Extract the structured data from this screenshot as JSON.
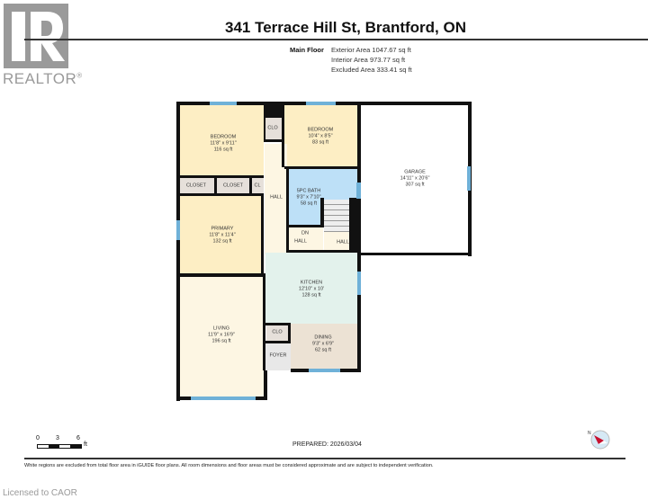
{
  "branding": {
    "logo_text": "REALTOR",
    "logo_mark": "®"
  },
  "header": {
    "title": "341 Terrace Hill St, Brantford, ON",
    "floor_label": "Main Floor",
    "areas": [
      "Exterior Area 1047.67 sq ft",
      "Interior Area 973.77 sq ft",
      "Excluded Area 333.41 sq ft"
    ]
  },
  "rooms": {
    "bedroom1": {
      "name": "BEDROOM",
      "dims": "11'8\" x 9'11\"",
      "area": "116 sq ft"
    },
    "bedroom2": {
      "name": "BEDROOM",
      "dims": "10'4\" x 8'5\"",
      "area": "83 sq ft"
    },
    "garage": {
      "name": "GARAGE",
      "dims": "14'11\" x 20'6\"",
      "area": "307 sq ft"
    },
    "bath": {
      "name": "5PC BATH",
      "dims": "9'3\" x 7'10\"",
      "area": "58 sq ft"
    },
    "primary": {
      "name": "PRIMARY",
      "dims": "11'8\" x 11'4\"",
      "area": "132 sq ft"
    },
    "kitchen": {
      "name": "KITCHEN",
      "dims": "12'10\" x 10'",
      "area": "128 sq ft"
    },
    "living": {
      "name": "LIVING",
      "dims": "11'9\" x 16'9\"",
      "area": "196 sq ft"
    },
    "dining": {
      "name": "DINING",
      "dims": "9'3\" x 6'9\"",
      "area": "62 sq ft"
    },
    "labels": {
      "clo_top": "CLO",
      "closet1": "CLOSET",
      "closet2": "CLOSET",
      "cl": "CL",
      "hall1": "HALL",
      "hall2": "HALL",
      "hall3": "HALL",
      "dn": "DN",
      "clo_bottom": "CLO",
      "foyer": "FOYER"
    }
  },
  "scale": {
    "ticks": [
      "0",
      "3",
      "6"
    ],
    "unit": "ft"
  },
  "footer": {
    "prepared": "PREPARED: 2026/03/04",
    "disclaimer": "White regions are excluded from total floor area in iGUIDE floor plans. All room dimensions and floor areas must be considered approximate and are subject to independent verification.",
    "licensed": "Licensed to CAOR"
  },
  "colors": {
    "bedroom": "#fdeec4",
    "bath": "#bde0f7",
    "kitchen": "#e3f2ec",
    "dining": "#ece2d4",
    "closet": "#e6e0da",
    "hall": "#fdf6e3",
    "wall": "#111111",
    "window": "#6fb1d8"
  }
}
